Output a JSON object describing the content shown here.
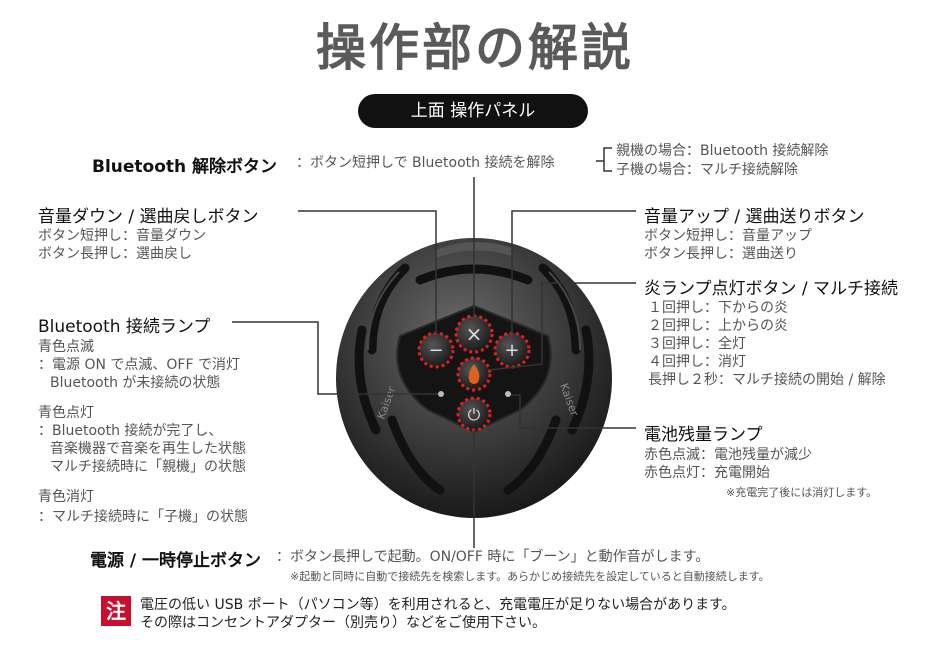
{
  "title": "操作部の解説",
  "subtitle": "上面 操作パネル",
  "bt_release": {
    "label": "Bluetooth 解除ボタン",
    "desc": "：ボタン短押しで Bluetooth 接続を解除",
    "parent": "親機の場合：Bluetooth 接続解除",
    "child": "子機の場合：マルチ接続解除"
  },
  "vol_down": {
    "label": "音量ダウン / 選曲戻しボタン",
    "line1": "ボタン短押し：音量ダウン",
    "line2": "ボタン長押し：選曲戻し"
  },
  "vol_up": {
    "label": "音量アップ / 選曲送りボタン",
    "line1": "ボタン短押し：音量アップ",
    "line2": "ボタン長押し：選曲送り"
  },
  "flame": {
    "label": "炎ランプ点灯ボタン / マルチ接続",
    "lines": [
      "１回押し：下からの炎",
      "２回押し：上からの炎",
      "３回押し：全灯",
      "４回押し：消灯",
      "長押し２秒：マルチ接続の開始 / 解除"
    ]
  },
  "bt_lamp": {
    "label": "Bluetooth 接続ランプ",
    "g1_title": "青色点滅",
    "g1_l1": "：電源 ON で点滅、OFF で消灯",
    "g1_l2": "Bluetooth が未接続の状態",
    "g2_title": "青色点灯",
    "g2_l1": "：Bluetooth 接続が完了し、",
    "g2_l2": "音楽機器で音楽を再生した状態",
    "g2_l3": "マルチ接続時に「親機」の状態",
    "g3_title": "青色消灯",
    "g3_l1": "：マルチ接続時に「子機」の状態"
  },
  "battery": {
    "label": "電池残量ランプ",
    "line1": "赤色点滅：電池残量が減少",
    "line2": "赤色点灯：充電開始",
    "note": "※充電完了後には消灯します。"
  },
  "power": {
    "label": "電源 / 一時停止ボタン",
    "desc": "：ボタン長押しで起動。ON/OFF 時に「ブーン」と動作音がします。",
    "note": "※起動と同時に自動で接続先を検索します。あらかじめ接続先を設定していると自動接続します。"
  },
  "caution": {
    "badge": "注",
    "line1": "電圧の低い USB ポート（パソコン等）を利用されると、充電電圧が足りない場合があります。",
    "line2": "その際はコンセントアダプター（別売り）などをご使用下さい。"
  },
  "device": {
    "brand": "Kaiser",
    "buttons": {
      "up": "×",
      "left": "−",
      "right": "+",
      "bottom": "⏻"
    }
  },
  "colors": {
    "accent": "#c8102e",
    "lamp_ring": "#e02020",
    "body": "#3a3a3a"
  }
}
